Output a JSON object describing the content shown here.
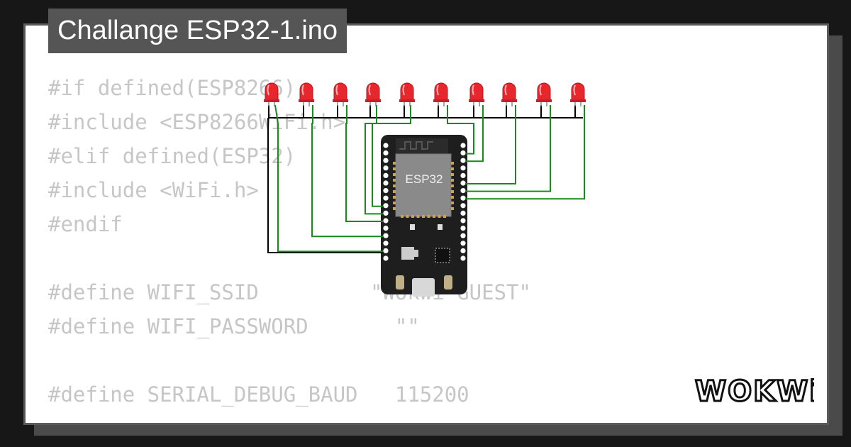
{
  "project": {
    "title": "Challange ESP32-1.ino"
  },
  "code_lines": [
    "#if defined(ESP8266)",
    "#include <ESP8266WiFi.h>",
    "#elif defined(ESP32)",
    "#include <WiFi.h>",
    "#endif",
    "",
    "#define WIFI_SSID         \"Wokwi-GUEST\"",
    "#define WIFI_PASSWORD       \"\"",
    "",
    "#define SERIAL_DEBUG_BAUD   115200"
  ],
  "board": {
    "chip_label": "ESP32"
  },
  "leds": {
    "count": 10,
    "color": "#e8262d"
  },
  "wires": {
    "signal_color": "#1a8a1a",
    "ground_color": "#000000"
  },
  "brand": {
    "logo": "WOKWi"
  },
  "colors": {
    "page_bg": "#171717",
    "title_bg": "#555555",
    "code_text": "#c6c6c6",
    "board_bg": "#1e1e1e"
  }
}
